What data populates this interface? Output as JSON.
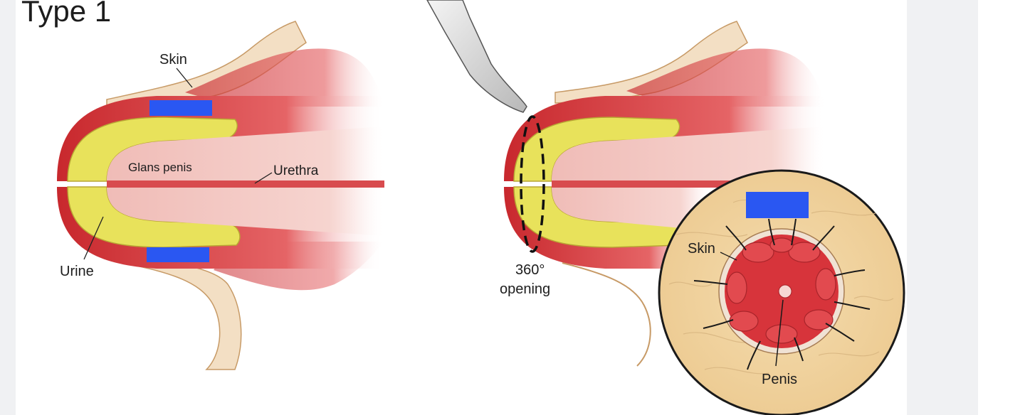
{
  "figure": {
    "title": "Type 1",
    "labels": {
      "skin_left": "Skin",
      "glans": "Glans penis",
      "urethra": "Urethra",
      "urine": "Urine",
      "opening_line1": "360°",
      "opening_line2": "opening",
      "skin_inset": "Skin",
      "penis_inset": "Penis"
    }
  },
  "colors": {
    "redaction": "#2a57f2",
    "muscle": "#d8393d",
    "glans_yellow": "#e6e35a",
    "inner_pink": "#f3c9c4",
    "skin_tan": "#f2d7a9"
  }
}
